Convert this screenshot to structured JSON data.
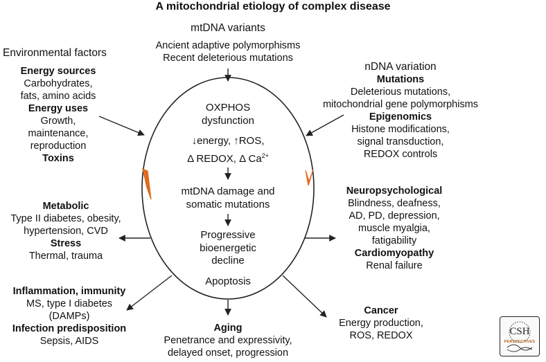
{
  "title": "A mitochondrial etiology of complex disease",
  "mtdna": {
    "heading": "mtDNA variants",
    "lines": [
      "Ancient adaptive polymorphisms",
      "Recent deleterious mutations"
    ]
  },
  "environment": {
    "heading": "Environmental factors",
    "energy_sources": {
      "label": "Energy sources",
      "lines": [
        "Carbohydrates,",
        "fats, amino acids"
      ]
    },
    "energy_uses": {
      "label": "Energy uses",
      "lines": [
        "Growth,",
        "maintenance,",
        "reproduction"
      ]
    },
    "toxins": {
      "label": "Toxins"
    }
  },
  "ndna": {
    "heading": "nDNA variation",
    "mutations": {
      "label": "Mutations",
      "lines": [
        "Deleterious mutations,",
        "mitochondrial gene polymorphisms"
      ]
    },
    "epigenomics": {
      "label": "Epigenomics",
      "lines": [
        "Histone modifications,",
        "signal transduction,",
        "REDOX controls"
      ]
    }
  },
  "center": {
    "oxphos": [
      "OXPHOS",
      "dysfunction"
    ],
    "effects_line1": {
      "down_arrow": "↓",
      "energy": "energy, ",
      "up_arrow": "↑",
      "ros": "ROS,"
    },
    "effects_line2": {
      "delta1": "Δ",
      "redox": " REDOX, ",
      "delta2": "Δ",
      "ca": " Ca",
      "ca_sup": "2+"
    },
    "mtdna_damage": [
      "mtDNA damage and",
      "somatic mutations"
    ],
    "decline": [
      "Progressive",
      "bioenergetic",
      "decline"
    ],
    "apoptosis": "Apoptosis"
  },
  "metabolic": {
    "label": "Metabolic",
    "lines": [
      "Type II diabetes, obesity,",
      "hypertension, CVD"
    ],
    "stress": {
      "label": "Stress",
      "lines": [
        "Thermal, trauma"
      ]
    }
  },
  "inflammation": {
    "label": "Inflammation, immunity",
    "lines": [
      "MS, type I diabetes",
      "(DAMPs)"
    ],
    "infection": {
      "label": "Infection predisposition",
      "lines": [
        "Sepsis, AIDS"
      ]
    }
  },
  "aging": {
    "label": "Aging",
    "lines": [
      "Penetrance and expressivity,",
      "delayed onset, progression"
    ]
  },
  "cancer": {
    "label": "Cancer",
    "lines": [
      "Energy production,",
      "ROS, REDOX"
    ]
  },
  "neuro": {
    "label": "Neuropsychological",
    "lines": [
      "Blindness, deafness,",
      "AD, PD, depression,",
      "muscle myalgia,",
      "fatigability"
    ],
    "cardio": {
      "label": "Cardiomyopathy",
      "lines": [
        "Renal failure"
      ]
    }
  },
  "logo": {
    "text": "CSH",
    "subtext": "PERSPECTIVES"
  },
  "colors": {
    "cycle_arrow": "#e06a1e",
    "line": "#222222",
    "text": "#111111"
  }
}
